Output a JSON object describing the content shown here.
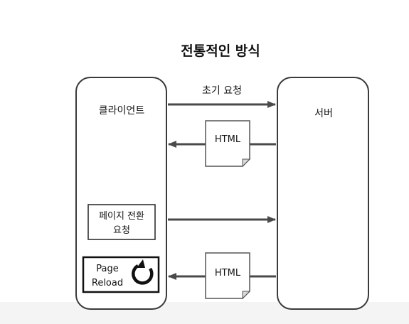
{
  "diagram": {
    "title": "전통적인 방식",
    "client_label": "클라이언트",
    "server_label": "서버",
    "initial_request_label": "초기 요청",
    "html_doc_1_label": "HTML",
    "html_doc_2_label": "HTML",
    "page_transition_request": {
      "line1": "페이지 전환",
      "line2": "요청"
    },
    "page_reload": {
      "line1": "Page",
      "line2": "Reload"
    }
  }
}
